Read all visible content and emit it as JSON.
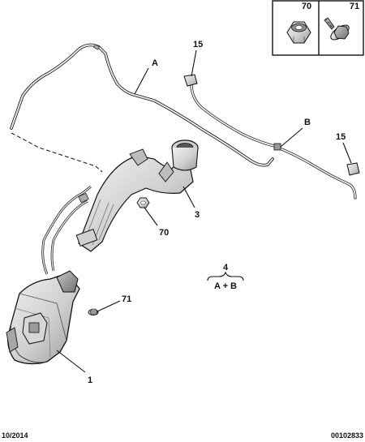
{
  "diagram": {
    "inset": {
      "items": [
        {
          "label": "70",
          "icon": "hex-nut-icon"
        },
        {
          "label": "71",
          "icon": "flanged-screw-icon"
        }
      ]
    },
    "callouts": {
      "A": "A",
      "B": "B",
      "c15a": "15",
      "c15b": "15",
      "c3": "3",
      "c70": "70",
      "c71": "71",
      "c1": "1",
      "c4": "4",
      "c4_sub": "A + B"
    },
    "footer": {
      "date": "10/2014",
      "ref": "00102833"
    },
    "colors": {
      "line": "#111111",
      "part_light": "#e2e2e2",
      "part_mid": "#bdbdbd",
      "part_dark": "#8a8a8a"
    }
  }
}
